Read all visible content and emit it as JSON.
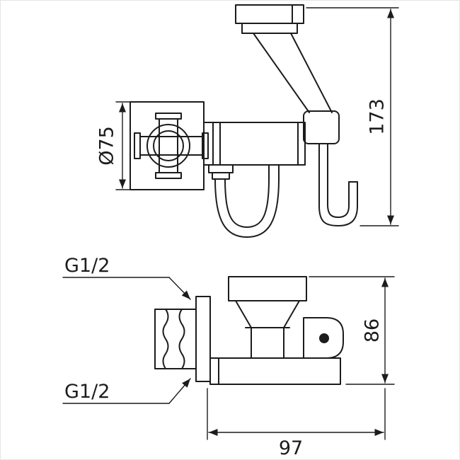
{
  "document": {
    "type": "technical-drawing",
    "subject": "bidet-sprayer-faucet-with-wall-bracket",
    "views": [
      "front-elevation",
      "side-elevation"
    ]
  },
  "labels": {
    "diameter": "Ø75",
    "total_height": "173",
    "thread_top": "G1/2",
    "thread_bottom": "G1/2",
    "body_height": "86",
    "body_width": "97"
  },
  "colors": {
    "line": "#1c1c1c",
    "background": "#ffffff",
    "button_dot": "#1c1c1c"
  }
}
